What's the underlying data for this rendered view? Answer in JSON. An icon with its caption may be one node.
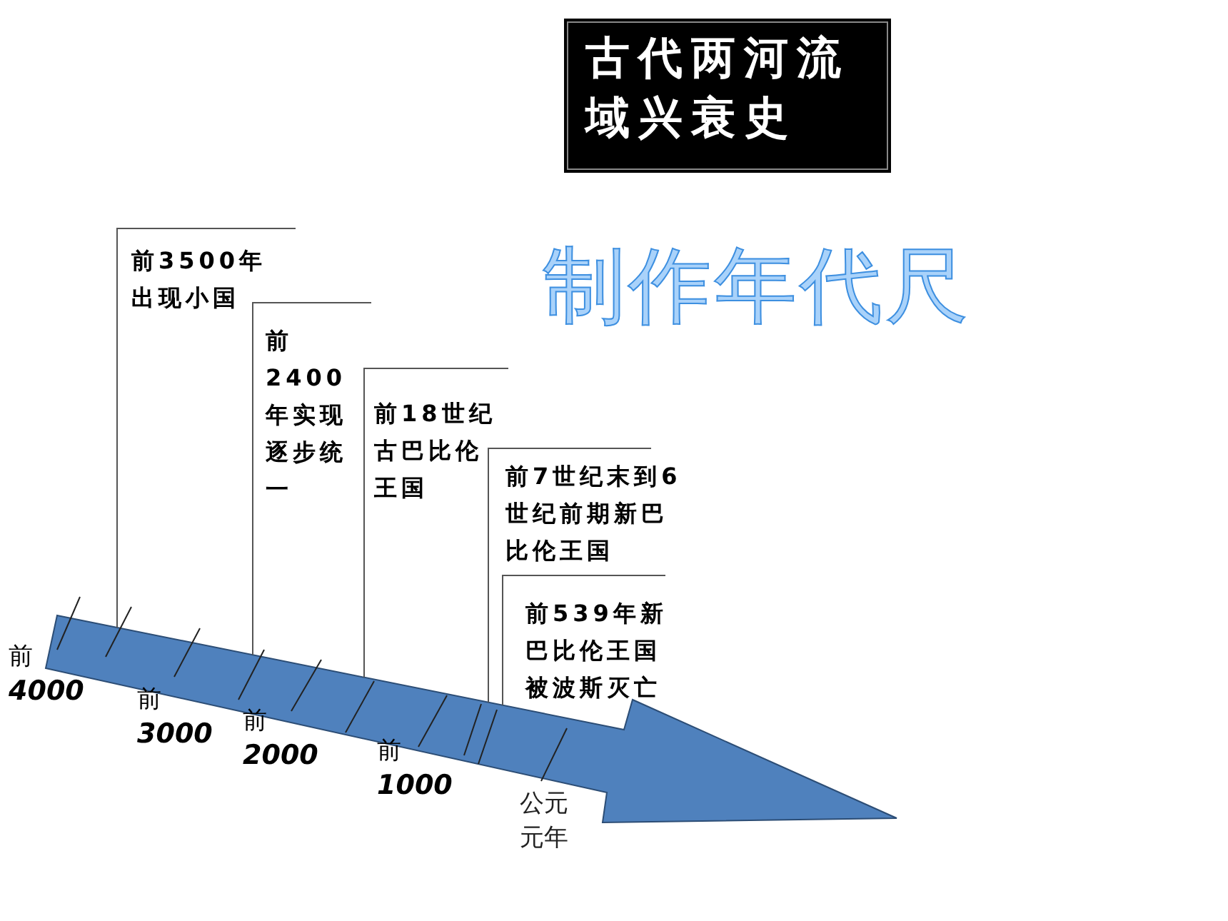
{
  "diagram": {
    "title": "古代两河流域兴衰史",
    "nodes": [
      {
        "text": [],
        "shape": "arrow"
      },
      {
        "text": [
          "前3500年出现小国"
        ]
      },
      {
        "text": [
          "前2400年实现逐步统一"
        ]
      },
      {
        "text": [
          "前18世纪古巴比伦王国"
        ]
      },
      {
        "text": [
          "前7世纪末到6世纪前期新巴比伦王国"
        ]
      },
      {
        "text": [
          "前539年新巴比伦王国被波斯灭亡"
        ]
      }
    ],
    "edges": [
      {
        "from": 1,
        "to": 0,
        "arrow": "none"
      },
      {
        "from": 2,
        "to": 0,
        "arrow": "none"
      },
      {
        "from": 3,
        "to": 0,
        "arrow": "none"
      },
      {
        "from": 4,
        "to": 0,
        "arrow": "none"
      },
      {
        "from": 5,
        "to": 0,
        "arrow": "none"
      }
    ],
    "labels": [
      "制作年代尺",
      "前**4000**",
      "前**3000**",
      "前**2000**",
      "前**1000**",
      "公元元年"
    ]
  }
}
